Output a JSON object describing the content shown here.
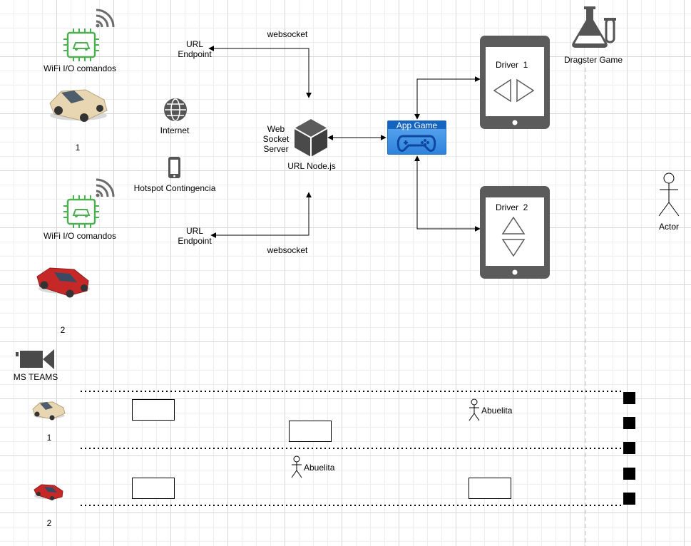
{
  "colors": {
    "accent_blue": "#2f83dc",
    "tablet_gray": "#5b5b5b",
    "icon_green": "#4caf50",
    "car_beige": "#e8d6b3",
    "car_red": "#c62828"
  },
  "cars": {
    "wifi1_label": "WiFi I/O comandos",
    "car1_label": "1",
    "wifi2_label": "WiFi I/O comandos",
    "car2_label": "2"
  },
  "network": {
    "internet_label": "Internet",
    "hotspot_label": "Hotspot Contingencia",
    "endpoint_top_label": "URL\nEndpoint",
    "endpoint_bottom_label": "URL\nEndpoint",
    "websocket_top_label": "websocket",
    "websocket_bottom_label": "websocket",
    "server_label": "Web\nSocket\nServer",
    "node_label": "URL Node.js"
  },
  "app_game": {
    "title": "App Game"
  },
  "drivers": {
    "driver1_label": "Driver  1",
    "driver2_label": "Driver  2"
  },
  "game": {
    "title": "Dragster Game"
  },
  "actor": {
    "label": "Actor"
  },
  "teams": {
    "label": "MS TEAMS"
  },
  "track": {
    "lane1_label": "1",
    "lane2_label": "2",
    "obstacle_lane1_label": "Abuelita",
    "obstacle_lane2_label": "Abuelita"
  },
  "icons": [
    "wifi-icon",
    "chip-icon",
    "car-icon",
    "globe-icon",
    "smartphone-icon",
    "cube-icon",
    "gamepad-icon",
    "tablet-icon",
    "arrow-left-icon",
    "arrow-right-icon",
    "arrow-up-icon",
    "arrow-down-icon",
    "flask-icon",
    "actor-icon",
    "video-camera-icon"
  ]
}
